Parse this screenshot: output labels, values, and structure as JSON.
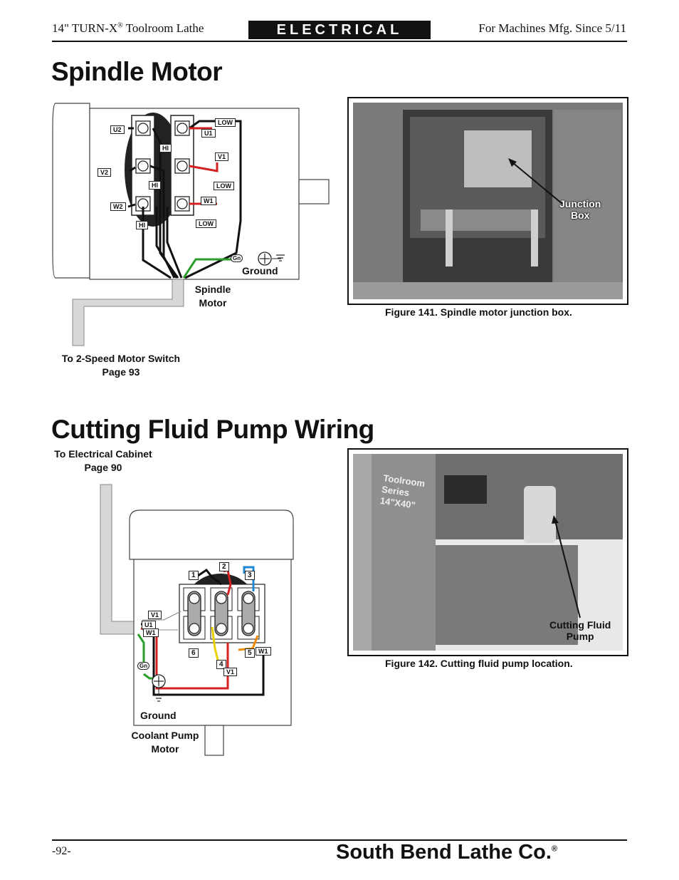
{
  "header": {
    "left_title": "14\" TURN-X",
    "left_reg": "®",
    "left_title_suffix": " Toolroom Lathe",
    "section": "ELECTRICAL",
    "right_note": "For Machines Mfg. Since 5/11"
  },
  "spindle": {
    "heading": "Spindle Motor",
    "terminals": {
      "u2": "U2",
      "v2": "V2",
      "w2": "W2",
      "u1": "U1",
      "v1": "V1",
      "w1": "W1",
      "hi1": "HI",
      "hi2": "HI",
      "hi3": "HI",
      "low1": "LOW",
      "low2": "LOW",
      "low3": "LOW",
      "gn": "Gn"
    },
    "ground_label": "Ground",
    "motor_label_1": "Spindle",
    "motor_label_2": "Motor",
    "to_switch_1": "To 2-Speed Motor Switch",
    "to_switch_2": "Page 93",
    "photo_callout_1": "Junction",
    "photo_callout_2": "Box",
    "figure_caption": "Figure 141. Spindle motor junction box."
  },
  "pump": {
    "heading": "Cutting Fluid Pump Wiring",
    "to_cabinet_1": "To Electrical Cabinet",
    "to_cabinet_2": "Page 90",
    "terminals": {
      "n1": "1",
      "n2": "2",
      "n3": "3",
      "n4": "4",
      "n5": "5",
      "n6": "6",
      "v1": "V1",
      "u1": "U1",
      "w1": "W1",
      "v1b": "V1",
      "w1b": "W1",
      "gn": "Gn"
    },
    "ground_label": "Ground",
    "motor_label_1": "Coolant Pump",
    "motor_label_2": "Motor",
    "photo_text_1": "Toolroom",
    "photo_text_2": "Series",
    "photo_text_3": "14\"X40\"",
    "photo_callout_1": "Cutting Fluid",
    "photo_callout_2": "Pump",
    "figure_caption": "Figure 142. Cutting fluid pump location."
  },
  "footer": {
    "page_number": "-92-",
    "brand": "South Bend Lathe Co.",
    "brand_reg": "®"
  }
}
